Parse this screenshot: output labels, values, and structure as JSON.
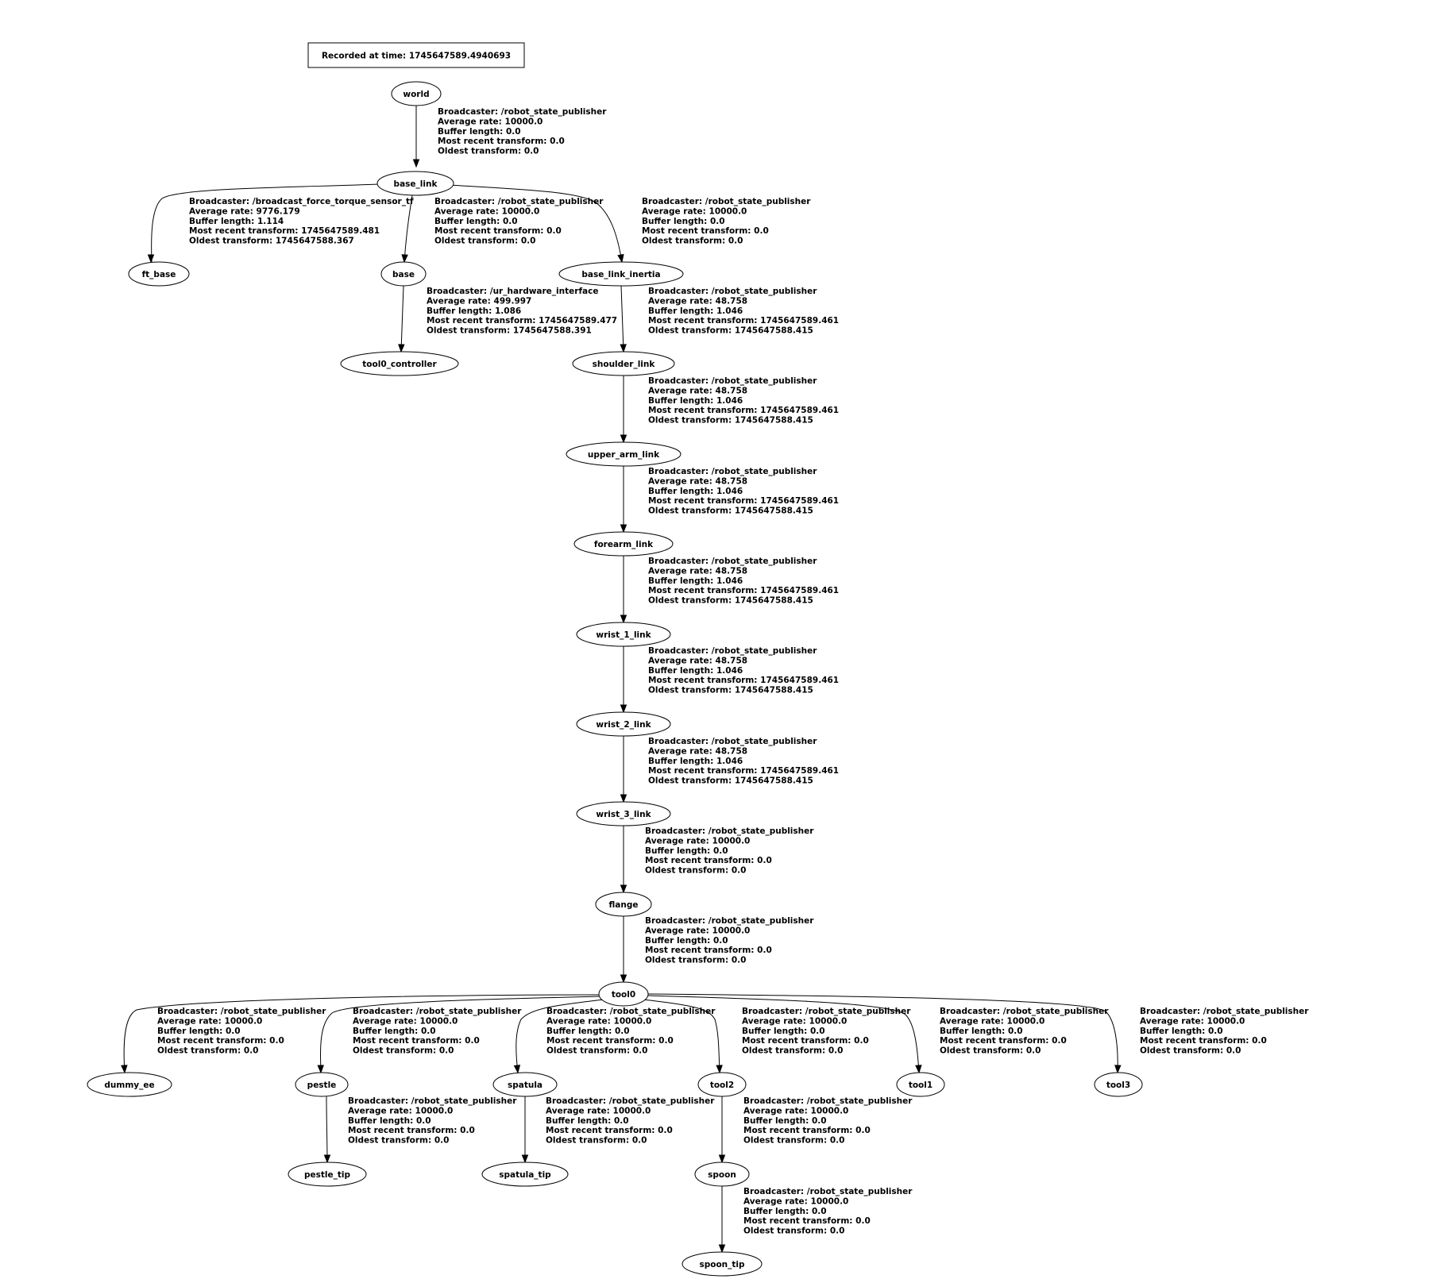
{
  "header": {
    "text": "Recorded at time: 1745647589.4940693"
  },
  "nodes": {
    "world": "world",
    "base_link": "base_link",
    "ft_base": "ft_base",
    "base": "base",
    "base_link_inertia": "base_link_inertia",
    "tool0_controller": "tool0_controller",
    "shoulder_link": "shoulder_link",
    "upper_arm_link": "upper_arm_link",
    "forearm_link": "forearm_link",
    "wrist_1_link": "wrist_1_link",
    "wrist_2_link": "wrist_2_link",
    "wrist_3_link": "wrist_3_link",
    "flange": "flange",
    "tool0": "tool0",
    "dummy_ee": "dummy_ee",
    "pestle": "pestle",
    "spatula": "spatula",
    "tool2": "tool2",
    "tool1": "tool1",
    "tool3": "tool3",
    "pestle_tip": "pestle_tip",
    "spatula_tip": "spatula_tip",
    "spoon": "spoon",
    "spoon_tip": "spoon_tip"
  },
  "edges": [
    {
      "from": "world",
      "to": "base_link",
      "label": [
        "Broadcaster: /robot_state_publisher",
        "Average rate: 10000.0",
        "Buffer length: 0.0",
        "Most recent transform: 0.0",
        "Oldest transform: 0.0"
      ]
    },
    {
      "from": "base_link",
      "to": "ft_base",
      "label": [
        "Broadcaster: /broadcast_force_torque_sensor_tf",
        "Average rate: 9776.179",
        "Buffer length: 1.114",
        "Most recent transform: 1745647589.481",
        "Oldest transform: 1745647588.367"
      ]
    },
    {
      "from": "base_link",
      "to": "base",
      "label": [
        "Broadcaster: /robot_state_publisher",
        "Average rate: 10000.0",
        "Buffer length: 0.0",
        "Most recent transform: 0.0",
        "Oldest transform: 0.0"
      ]
    },
    {
      "from": "base_link",
      "to": "base_link_inertia",
      "label": [
        "Broadcaster: /robot_state_publisher",
        "Average rate: 10000.0",
        "Buffer length: 0.0",
        "Most recent transform: 0.0",
        "Oldest transform: 0.0"
      ]
    },
    {
      "from": "base",
      "to": "tool0_controller",
      "label": [
        "Broadcaster: /ur_hardware_interface",
        "Average rate: 499.997",
        "Buffer length: 1.086",
        "Most recent transform: 1745647589.477",
        "Oldest transform: 1745647588.391"
      ]
    },
    {
      "from": "base_link_inertia",
      "to": "shoulder_link",
      "label": [
        "Broadcaster: /robot_state_publisher",
        "Average rate: 48.758",
        "Buffer length: 1.046",
        "Most recent transform: 1745647589.461",
        "Oldest transform: 1745647588.415"
      ]
    },
    {
      "from": "shoulder_link",
      "to": "upper_arm_link",
      "label": [
        "Broadcaster: /robot_state_publisher",
        "Average rate: 48.758",
        "Buffer length: 1.046",
        "Most recent transform: 1745647589.461",
        "Oldest transform: 1745647588.415"
      ]
    },
    {
      "from": "upper_arm_link",
      "to": "forearm_link",
      "label": [
        "Broadcaster: /robot_state_publisher",
        "Average rate: 48.758",
        "Buffer length: 1.046",
        "Most recent transform: 1745647589.461",
        "Oldest transform: 1745647588.415"
      ]
    },
    {
      "from": "forearm_link",
      "to": "wrist_1_link",
      "label": [
        "Broadcaster: /robot_state_publisher",
        "Average rate: 48.758",
        "Buffer length: 1.046",
        "Most recent transform: 1745647589.461",
        "Oldest transform: 1745647588.415"
      ]
    },
    {
      "from": "wrist_1_link",
      "to": "wrist_2_link",
      "label": [
        "Broadcaster: /robot_state_publisher",
        "Average rate: 48.758",
        "Buffer length: 1.046",
        "Most recent transform: 1745647589.461",
        "Oldest transform: 1745647588.415"
      ]
    },
    {
      "from": "wrist_2_link",
      "to": "wrist_3_link",
      "label": [
        "Broadcaster: /robot_state_publisher",
        "Average rate: 48.758",
        "Buffer length: 1.046",
        "Most recent transform: 1745647589.461",
        "Oldest transform: 1745647588.415"
      ]
    },
    {
      "from": "wrist_3_link",
      "to": "flange",
      "label": [
        "Broadcaster: /robot_state_publisher",
        "Average rate: 10000.0",
        "Buffer length: 0.0",
        "Most recent transform: 0.0",
        "Oldest transform: 0.0"
      ]
    },
    {
      "from": "flange",
      "to": "tool0",
      "label": [
        "Broadcaster: /robot_state_publisher",
        "Average rate: 10000.0",
        "Buffer length: 0.0",
        "Most recent transform: 0.0",
        "Oldest transform: 0.0"
      ]
    },
    {
      "from": "tool0",
      "to": "dummy_ee",
      "label": [
        "Broadcaster: /robot_state_publisher",
        "Average rate: 10000.0",
        "Buffer length: 0.0",
        "Most recent transform: 0.0",
        "Oldest transform: 0.0"
      ]
    },
    {
      "from": "tool0",
      "to": "pestle",
      "label": [
        "Broadcaster: /robot_state_publisher",
        "Average rate: 10000.0",
        "Buffer length: 0.0",
        "Most recent transform: 0.0",
        "Oldest transform: 0.0"
      ]
    },
    {
      "from": "tool0",
      "to": "spatula",
      "label": [
        "Broadcaster: /robot_state_publisher",
        "Average rate: 10000.0",
        "Buffer length: 0.0",
        "Most recent transform: 0.0",
        "Oldest transform: 0.0"
      ]
    },
    {
      "from": "tool0",
      "to": "tool2",
      "label": [
        "Broadcaster: /robot_state_publisher",
        "Average rate: 10000.0",
        "Buffer length: 0.0",
        "Most recent transform: 0.0",
        "Oldest transform: 0.0"
      ]
    },
    {
      "from": "tool0",
      "to": "tool1",
      "label": [
        "Broadcaster: /robot_state_publisher",
        "Average rate: 10000.0",
        "Buffer length: 0.0",
        "Most recent transform: 0.0",
        "Oldest transform: 0.0"
      ]
    },
    {
      "from": "tool0",
      "to": "tool3",
      "label": [
        "Broadcaster: /robot_state_publisher",
        "Average rate: 10000.0",
        "Buffer length: 0.0",
        "Most recent transform: 0.0",
        "Oldest transform: 0.0"
      ]
    },
    {
      "from": "pestle",
      "to": "pestle_tip",
      "label": [
        "Broadcaster: /robot_state_publisher",
        "Average rate: 10000.0",
        "Buffer length: 0.0",
        "Most recent transform: 0.0",
        "Oldest transform: 0.0"
      ]
    },
    {
      "from": "spatula",
      "to": "spatula_tip",
      "label": [
        "Broadcaster: /robot_state_publisher",
        "Average rate: 10000.0",
        "Buffer length: 0.0",
        "Most recent transform: 0.0",
        "Oldest transform: 0.0"
      ]
    },
    {
      "from": "tool2",
      "to": "spoon",
      "label": [
        "Broadcaster: /robot_state_publisher",
        "Average rate: 10000.0",
        "Buffer length: 0.0",
        "Most recent transform: 0.0",
        "Oldest transform: 0.0"
      ]
    },
    {
      "from": "spoon",
      "to": "spoon_tip",
      "label": [
        "Broadcaster: /robot_state_publisher",
        "Average rate: 10000.0",
        "Buffer length: 0.0",
        "Most recent transform: 0.0",
        "Oldest transform: 0.0"
      ]
    }
  ]
}
